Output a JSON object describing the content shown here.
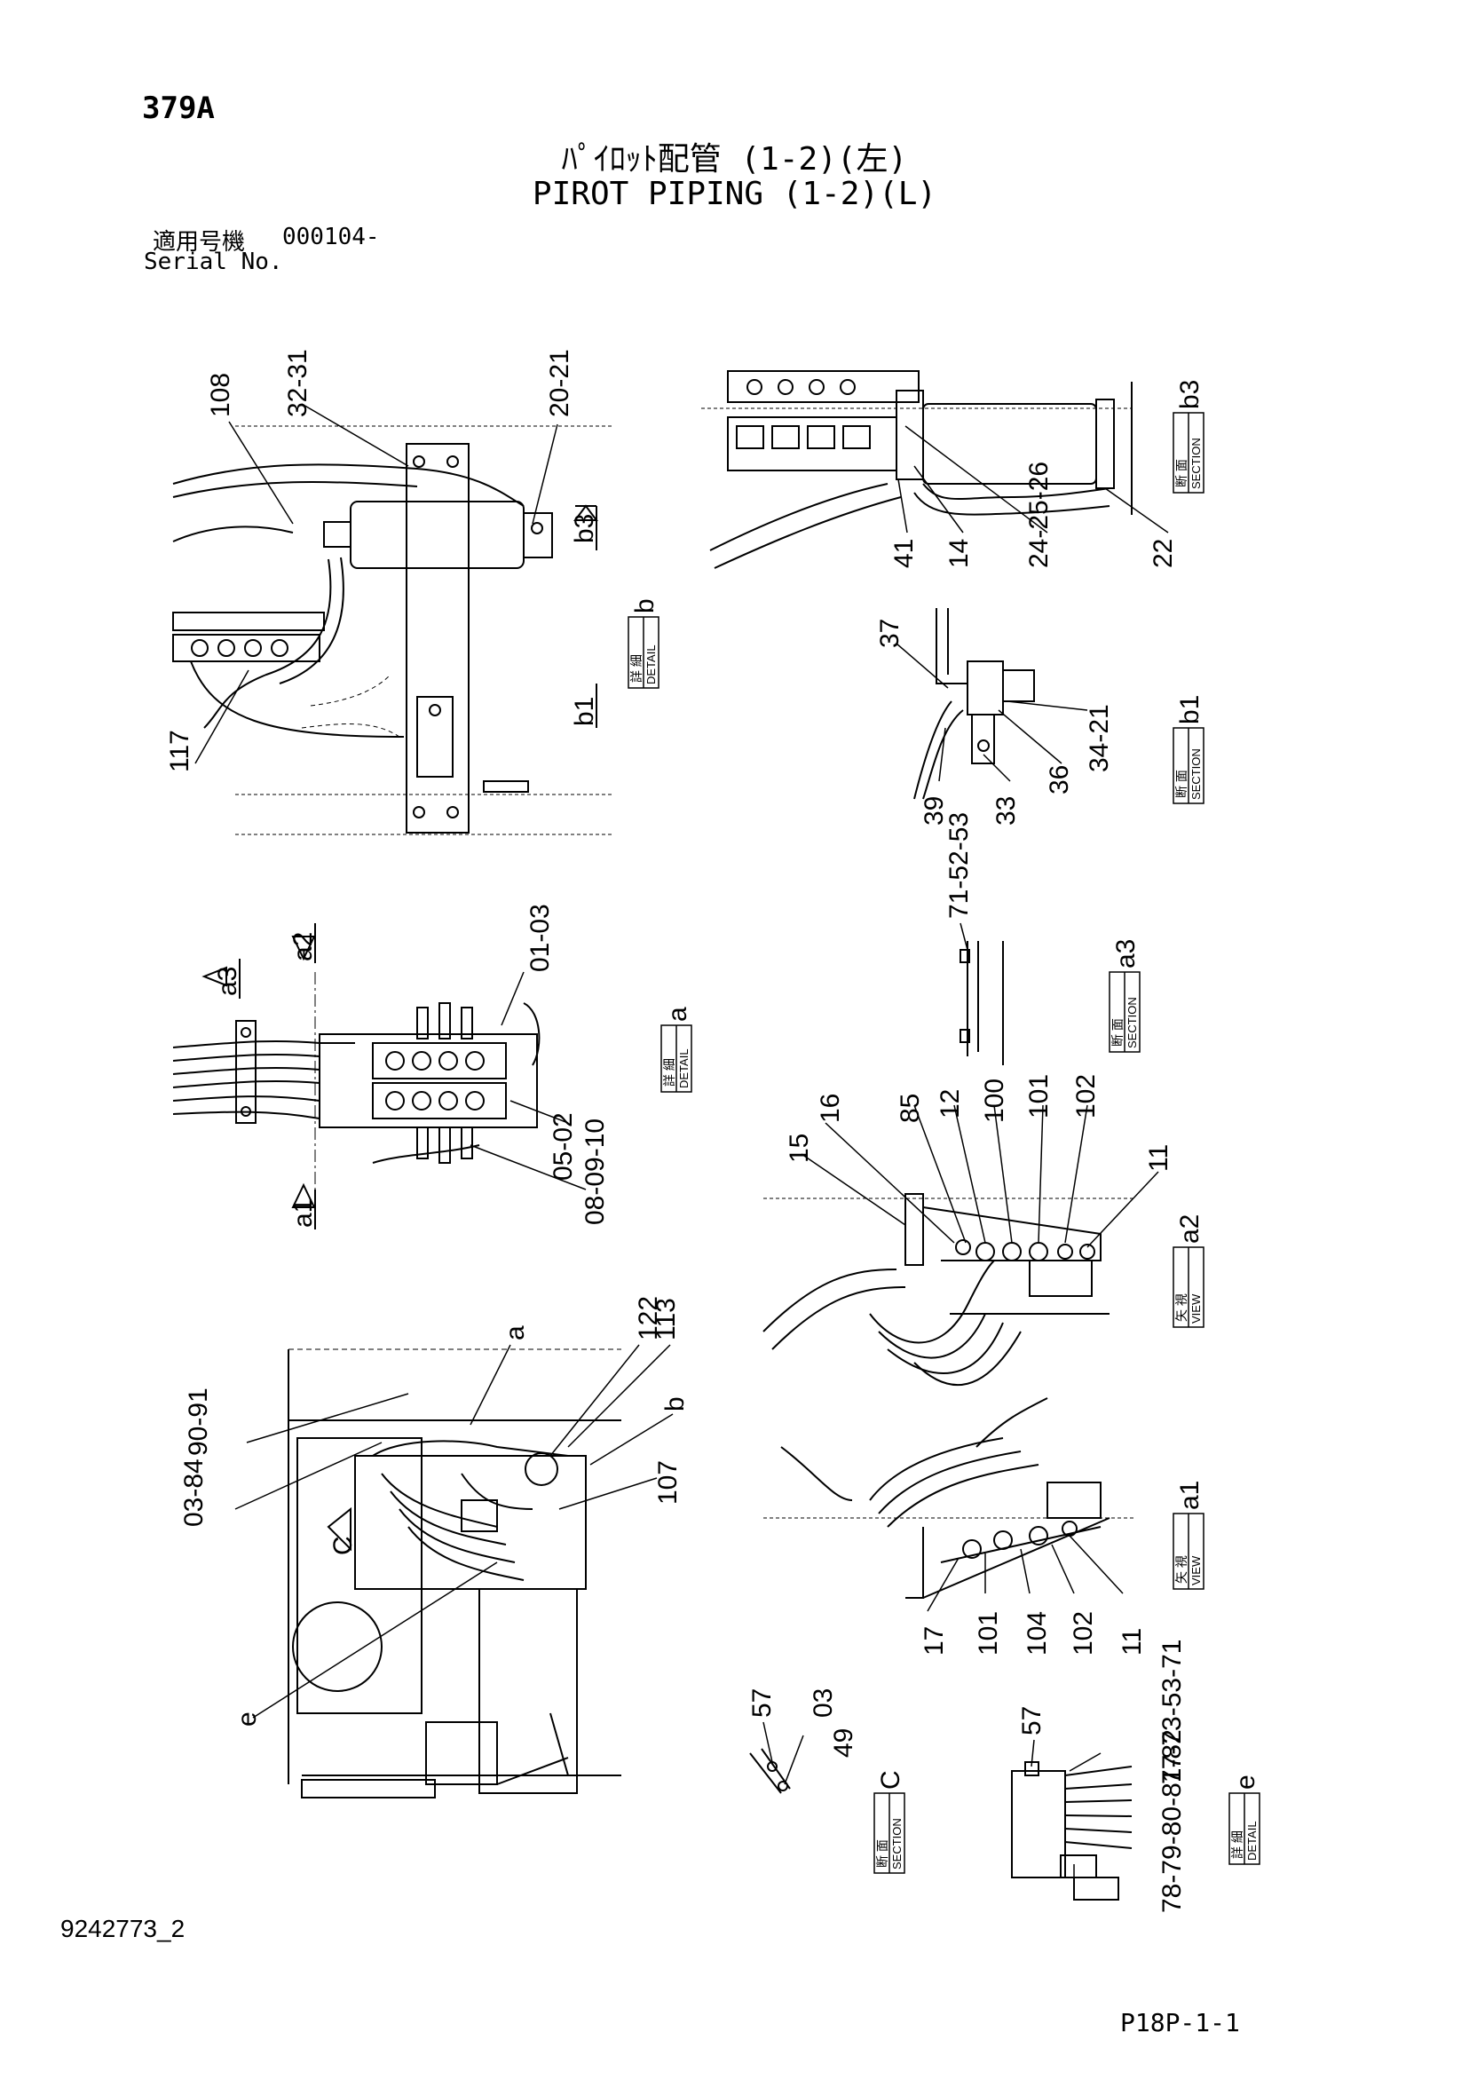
{
  "header": {
    "code": "379A",
    "title_jp": "ﾊﾟｲﾛｯﾄ配管 (1-2)(左)",
    "title_en": "PIROT PIPING (1-2)(L)",
    "serial_label_jp": "適用号機",
    "serial_value": "000104-",
    "serial_label_en": "Serial No."
  },
  "footer": {
    "doc_number": "9242773_2",
    "page_ref": "P18P-1-1"
  },
  "boxes": [
    {
      "key": "detail-b",
      "jp": "詳 細",
      "en": "DETAIL",
      "letter": "b"
    },
    {
      "key": "section-b3",
      "jp": "断 面",
      "en": "SECTION",
      "letter": "b3"
    },
    {
      "key": "section-b1",
      "jp": "断 面",
      "en": "SECTION",
      "letter": "b1"
    },
    {
      "key": "detail-a",
      "jp": "詳 細",
      "en": "DETAIL",
      "letter": "a"
    },
    {
      "key": "section-a3",
      "jp": "断 面",
      "en": "SECTION",
      "letter": "a3"
    },
    {
      "key": "view-a2",
      "jp": "矢 視",
      "en": "VIEW",
      "letter": "a2"
    },
    {
      "key": "view-a1",
      "jp": "矢 視",
      "en": "VIEW",
      "letter": "a1"
    },
    {
      "key": "section-c",
      "jp": "断 面",
      "en": "SECTION",
      "letter": "C"
    },
    {
      "key": "detail-e",
      "jp": "詳 細",
      "en": "DETAIL",
      "letter": "e"
    }
  ],
  "view_marks": [
    "b3",
    "b1",
    "a3",
    "a2",
    "a1",
    "C"
  ],
  "part_labels": [
    "108",
    "32-31",
    "20-21",
    "117",
    "41",
    "14",
    "24-25-26",
    "22",
    "37",
    "34-21",
    "36",
    "33",
    "39",
    "71-52-53",
    "01-03",
    "05-02",
    "08-09-10",
    "15",
    "16",
    "85",
    "12",
    "100",
    "101",
    "102",
    "11",
    "17",
    "101",
    "104",
    "102",
    "11",
    "a",
    "122",
    "113",
    "b",
    "90-91",
    "03-84",
    "107",
    "e",
    "57",
    "03",
    "49",
    "57",
    "77-73-53-71",
    "78-79-80-81-82"
  ]
}
